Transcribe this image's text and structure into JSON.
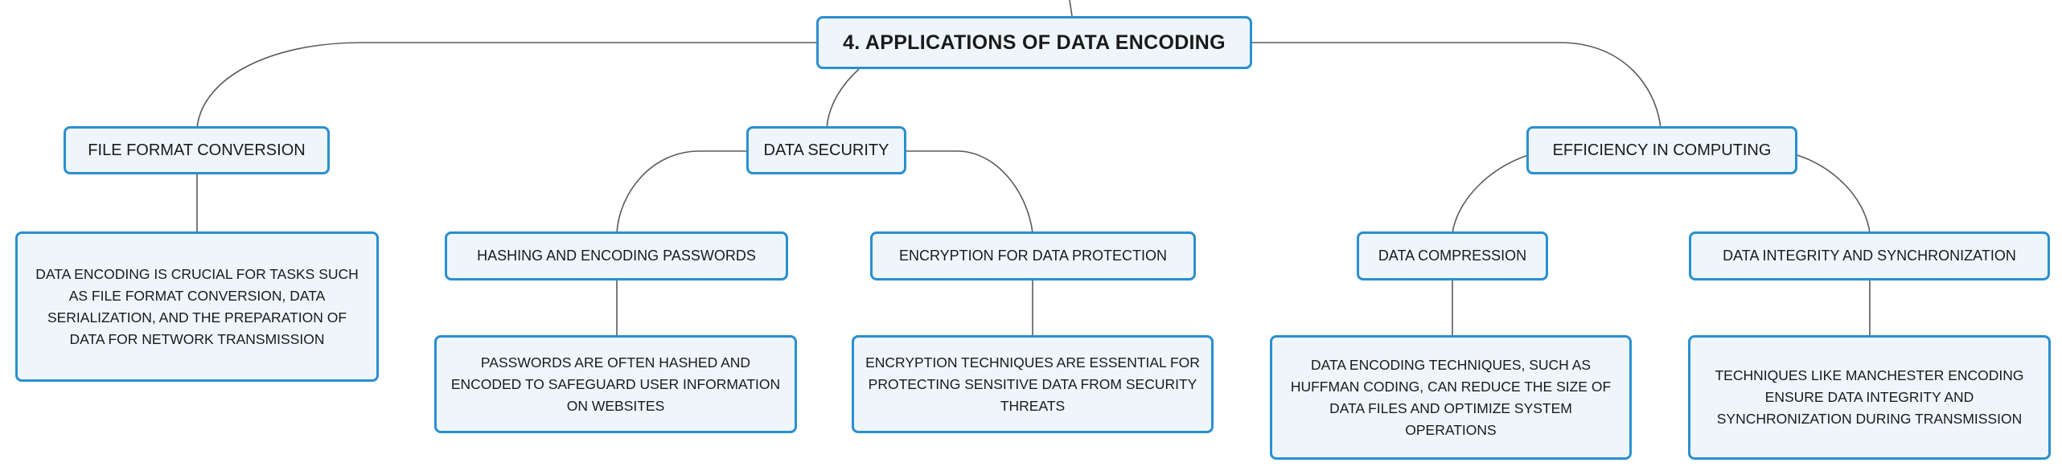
{
  "root": {
    "label": "4. APPLICATIONS OF DATA ENCODING"
  },
  "branches": {
    "file_format": {
      "label": "FILE FORMAT CONVERSION",
      "description": "DATA ENCODING IS CRUCIAL FOR TASKS SUCH AS FILE FORMAT CONVERSION, DATA SERIALIZATION, AND THE PREPARATION OF DATA FOR NETWORK TRANSMISSION"
    },
    "data_security": {
      "label": "DATA SECURITY",
      "children": {
        "hashing": {
          "label": "HASHING AND ENCODING PASSWORDS",
          "description": "PASSWORDS ARE OFTEN HASHED AND ENCODED TO SAFEGUARD USER INFORMATION ON WEBSITES"
        },
        "encryption": {
          "label": "ENCRYPTION FOR DATA PROTECTION",
          "description": "ENCRYPTION TECHNIQUES ARE ESSENTIAL FOR PROTECTING SENSITIVE DATA FROM SECURITY THREATS"
        }
      }
    },
    "efficiency": {
      "label": "EFFICIENCY IN COMPUTING",
      "children": {
        "compression": {
          "label": "DATA COMPRESSION",
          "description": "DATA ENCODING TECHNIQUES, SUCH AS HUFFMAN CODING, CAN REDUCE THE SIZE OF DATA FILES AND OPTIMIZE SYSTEM OPERATIONS"
        },
        "integrity": {
          "label": "DATA INTEGRITY AND SYNCHRONIZATION",
          "description": "TECHNIQUES LIKE MANCHESTER ENCODING ENSURE DATA INTEGRITY AND SYNCHRONIZATION DURING TRANSMISSION"
        }
      }
    }
  },
  "colors": {
    "node_border": "#2a8fd0",
    "node_fill": "#eef6fc",
    "connector": "#5a5a5a",
    "text": "#1a1a1a"
  }
}
